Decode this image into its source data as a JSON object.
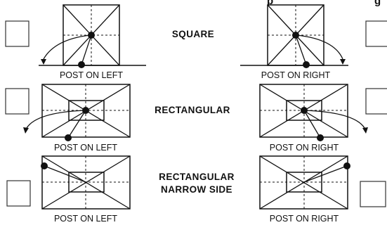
{
  "header": {
    "title_fragment": "p",
    "title_fragment_right": "g"
  },
  "rows": [
    {
      "type_label": "SQUARE",
      "left_post_label": "POST ON LEFT",
      "right_post_label": "POST ON RIGHT"
    },
    {
      "type_label": "RECTANGULAR",
      "left_post_label": "POST ON LEFT",
      "right_post_label": "POST ON RIGHT"
    },
    {
      "type_label_line1": "RECTANGULAR",
      "type_label_line2": "NARROW SIDE",
      "left_post_label": "POST ON LEFT",
      "right_post_label": "POST ON RIGHT"
    }
  ]
}
